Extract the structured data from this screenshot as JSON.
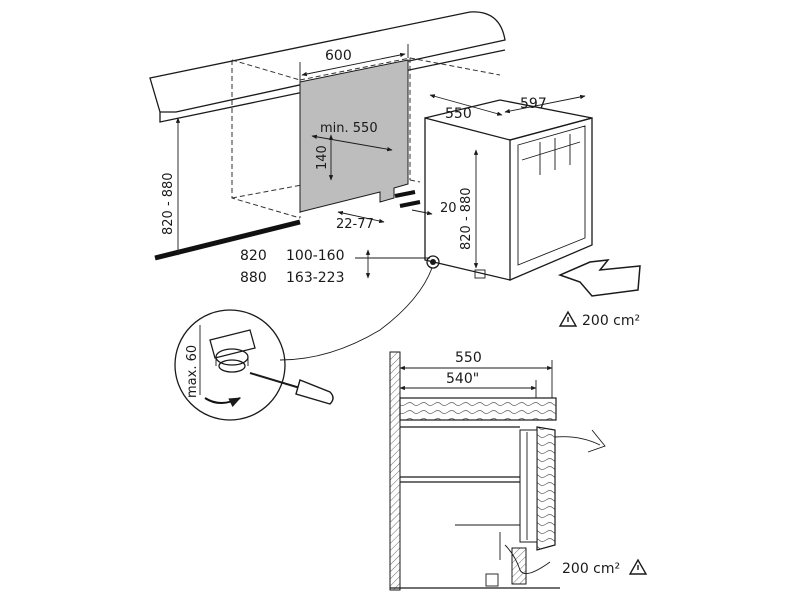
{
  "dimensions": {
    "niche_width": "600",
    "min_depth": "min. 550",
    "niche_height": "820 - 880",
    "vent_height": "140",
    "plinth_gap": "22-77",
    "offset": "20",
    "appliance_depth": "550",
    "appliance_width": "597",
    "appliance_height": "820 - 880",
    "foot_row1_height": "820",
    "foot_row1_range": "100-160",
    "foot_row2_height": "880",
    "foot_row2_range": "163-223",
    "vent_area_top": "200 cm²",
    "foot_max": "max. 60",
    "section_depth": "550",
    "section_inner": "540\"",
    "vent_area_bottom": "200 cm²"
  },
  "icons": {
    "warning": "warning-triangle-icon",
    "airflow": "airflow-arrow-icon",
    "screwdriver": "screwdriver-icon"
  }
}
